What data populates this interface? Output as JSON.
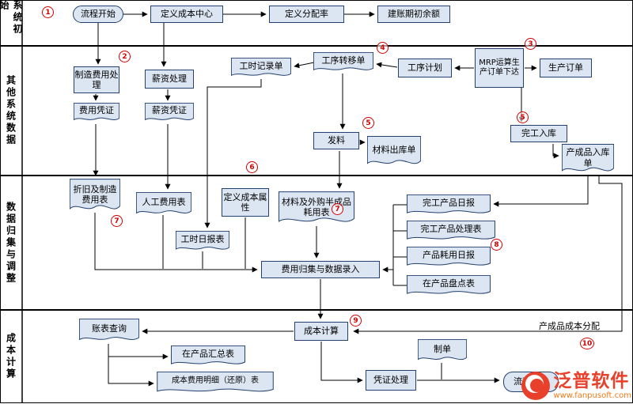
{
  "lanes": [
    {
      "label": "系统初始"
    },
    {
      "label": "其他系统数据"
    },
    {
      "label": "数据归集与调整"
    },
    {
      "label": "成本计算"
    }
  ],
  "nodes": {
    "start": "流程开始",
    "define_cost_center": "定义成本中心",
    "define_alloc_rate": "定义分配率",
    "opening_balance": "建账期初余额",
    "mfg_expense": "制造费用处理",
    "payroll": "薪资处理",
    "expense_voucher": "费用凭证",
    "payroll_voucher": "薪资凭证",
    "timesheet": "工时记录单",
    "process_transfer": "工序转移单",
    "process_plan": "工序计划",
    "mrp": "MRP运算生产订单下达",
    "prod_order": "生产订单",
    "issue_material": "发料",
    "material_out": "材料出库单",
    "completion_in": "完工入库",
    "fg_receipt": "产成品入库单",
    "depreciation_table": "折旧及制造费用表",
    "labor_table": "人工费用表",
    "cost_attr": "定义成本属性",
    "material_consumption": "材料及外购半成品耗用表",
    "timesheet_daily": "工时日报表",
    "collection": "费用归集与数据录入",
    "fg_daily": "完工产品日报",
    "fg_process_table": "完工产品处理表",
    "consumption_daily": "产品耗用日报",
    "wip_count": "在产品盘点表",
    "report_query": "账表查询",
    "wip_summary": "在产品汇总表",
    "cost_detail": "成本费用明细（还原）表",
    "cost_calc": "成本计算",
    "voucher_process": "凭证处理",
    "make_voucher": "制单",
    "end": "流程结束"
  },
  "annotations": {
    "fg_cost_alloc": "产成品成本分配"
  },
  "badges": {
    "b1": "1",
    "b2": "2",
    "b3": "3",
    "b4": "4",
    "b5a": "5",
    "b5b": "5",
    "b6": "6",
    "b7a": "7",
    "b7b": "7",
    "b8": "8",
    "b9": "9",
    "b10": "10"
  },
  "watermark": {
    "brand": "泛普软件",
    "url": "www.fanpusoft.com"
  },
  "colors": {
    "node_fill": "#dce6f2",
    "node_border": "#24406e",
    "line": "#000000",
    "badge_red": "#d00000",
    "brand_red": "#e8402a",
    "url_orange": "#ef7b18"
  }
}
